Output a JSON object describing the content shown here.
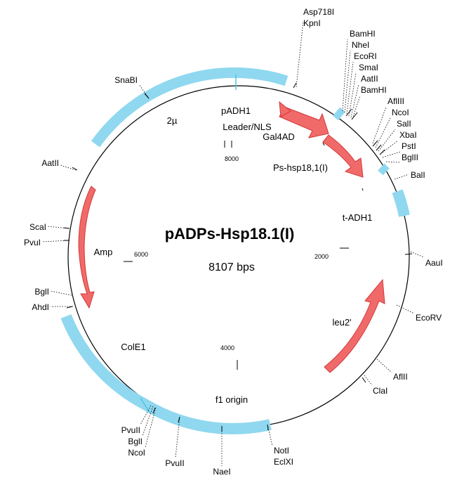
{
  "plasmid": {
    "name": "pADPs-Hsp18.1(I)",
    "size_label": "8107 bps",
    "length": 8107
  },
  "colors": {
    "region": "#8fd8ef",
    "region_stroke": "#4cc6e6",
    "arrow_fill": "#f06a6a",
    "arrow_stroke": "#d33838",
    "backbone": "#000000"
  },
  "ticks": [
    {
      "label": "2000"
    },
    {
      "label": "4000"
    },
    {
      "label": "6000"
    },
    {
      "label": "8000"
    }
  ],
  "regions": [
    {
      "name": "2µ"
    },
    {
      "name": "pADH1"
    },
    {
      "name": "Leader/NLS"
    },
    {
      "name": "Gal4AD"
    },
    {
      "name": "Ps-hsp18,1(I)"
    },
    {
      "name": "t-ADH1"
    },
    {
      "name": "ColE1"
    },
    {
      "name": "f1 origin"
    }
  ],
  "arrows": [
    {
      "name": "Amp"
    },
    {
      "name": "leu2'"
    }
  ],
  "sites": [
    {
      "label": "Asp718I"
    },
    {
      "label": "KpnI"
    },
    {
      "label": "BamHI"
    },
    {
      "label": "NheI"
    },
    {
      "label": "EcoRI"
    },
    {
      "label": "SmaI"
    },
    {
      "label": "AatII"
    },
    {
      "label": "BamHI"
    },
    {
      "label": "AflIII"
    },
    {
      "label": "NcoI"
    },
    {
      "label": "SalI"
    },
    {
      "label": "XbaI"
    },
    {
      "label": "PstI"
    },
    {
      "label": "BglII"
    },
    {
      "label": "BalI"
    },
    {
      "label": "AauI"
    },
    {
      "label": "EcoRV"
    },
    {
      "label": "AflII"
    },
    {
      "label": "ClaI"
    },
    {
      "label": "NotI"
    },
    {
      "label": "EclXI"
    },
    {
      "label": "NaeI"
    },
    {
      "label": "PvuII"
    },
    {
      "label": "NcoI"
    },
    {
      "label": "BglI"
    },
    {
      "label": "PvuII"
    },
    {
      "label": "AhdI"
    },
    {
      "label": "BglI"
    },
    {
      "label": "PvuI"
    },
    {
      "label": "ScaI"
    },
    {
      "label": "AatII"
    },
    {
      "label": "SnaBI"
    }
  ]
}
